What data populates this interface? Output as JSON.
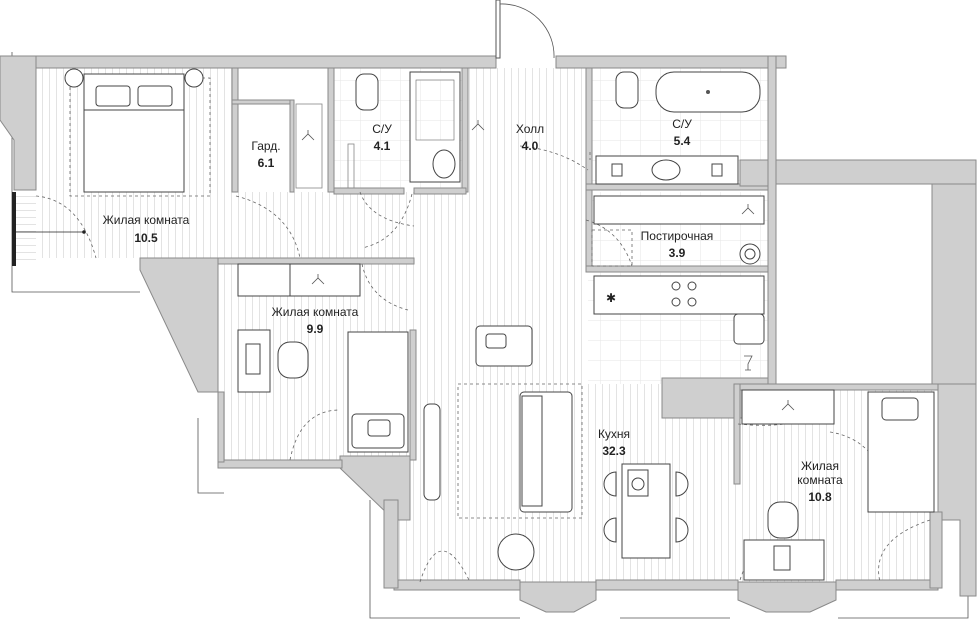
{
  "rooms": {
    "bedroom1": {
      "name": "Жилая комната",
      "area": "10.5"
    },
    "closet": {
      "name": "Гард.",
      "area": "6.1"
    },
    "bath1": {
      "name": "С/У",
      "area": "4.1"
    },
    "hall": {
      "name": "Холл",
      "area": "4.0"
    },
    "bath2": {
      "name": "С/У",
      "area": "5.4"
    },
    "laundry": {
      "name": "Постирочная",
      "area": "3.9"
    },
    "bedroom2": {
      "name": "Жилая комната",
      "area": "9.9"
    },
    "kitchen": {
      "name": "Кухня",
      "area": "32.3"
    },
    "bedroom3": {
      "name_line1": "Жилая",
      "name_line2": "комната",
      "area": "10.8"
    }
  },
  "colors": {
    "wall": "#cfcfcf",
    "wall_outline": "#8a8a8a",
    "floor_stripe": "#e6e6e6",
    "text": "#222222"
  }
}
